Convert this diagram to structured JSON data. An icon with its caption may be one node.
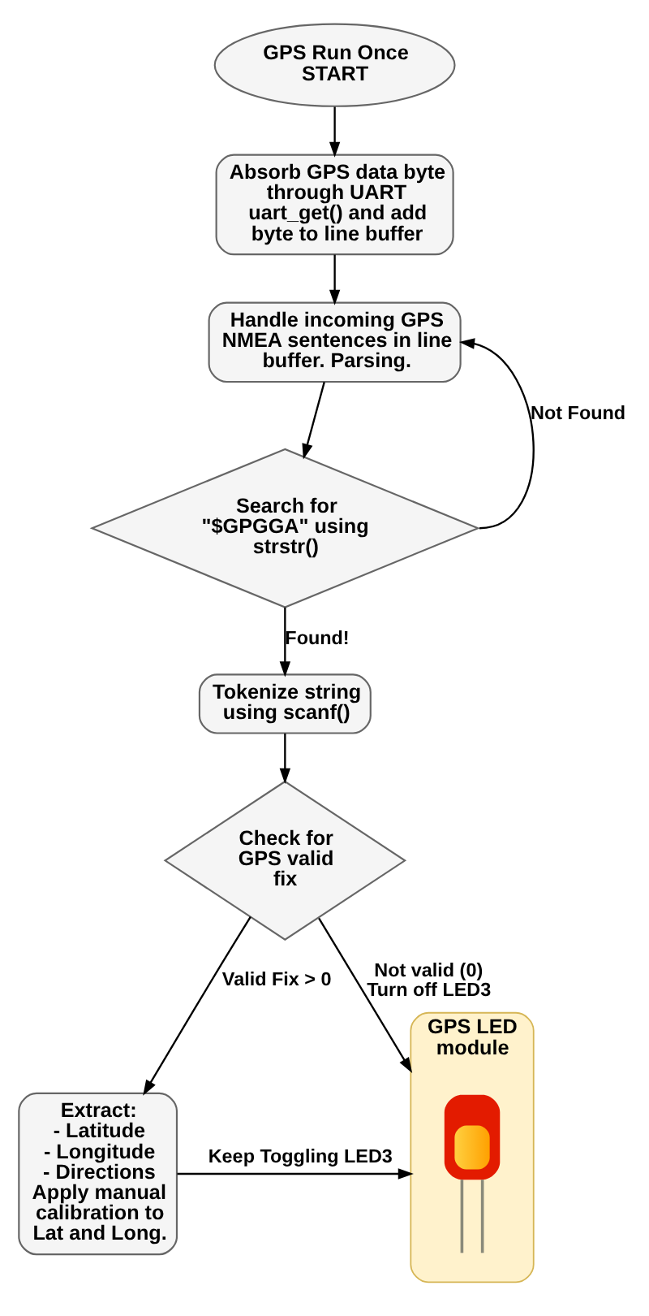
{
  "diagram": {
    "nodes": [
      {
        "text": [
          "GPS Run Once START"
        ]
      },
      {
        "text": [
          "Absorb GPS data byte through UART uart_get() and add byte to line buffer"
        ]
      },
      {
        "text": [
          "Handle incoming GPS NMEA sentences in line buffer. Parsing."
        ]
      },
      {
        "text": [
          "Search for \"$GPGGA\" using strstr()"
        ]
      },
      {
        "text": [
          "GPS LED module"
        ]
      },
      {
        "text": [],
        "shape": "picture",
        "in": 4
      },
      {
        "text": [
          "Tokenize string using scanf()"
        ]
      },
      {
        "text": [
          "Check for GPS valid fix"
        ]
      },
      {
        "text": [
          "Extract: - Latitude - Longitude - Directions Apply manual calibration to Lat and Long."
        ]
      }
    ],
    "edges": [
      {
        "from": 0,
        "to": 1,
        "arrow": "to"
      },
      {
        "from": 1,
        "to": 2,
        "arrow": "to"
      },
      {
        "from": 2,
        "to": 3,
        "arrow": "to"
      },
      {
        "from": 3,
        "to": 2,
        "arrow": "to",
        "label": "Not Found"
      },
      {
        "from": 3,
        "to": 6,
        "arrow": "to",
        "label": "Found!"
      },
      {
        "from": 6,
        "to": 7,
        "arrow": "to"
      },
      {
        "from": 7,
        "to": 4,
        "arrow": "to",
        "label": "Not valid (0) Turn off LED3"
      },
      {
        "from": 7,
        "to": 8,
        "arrow": "to",
        "label": "Valid Fix > 0"
      },
      {
        "from": 8,
        "to": 4,
        "arrow": "to",
        "label": "Keep Toggling LED3"
      }
    ]
  }
}
